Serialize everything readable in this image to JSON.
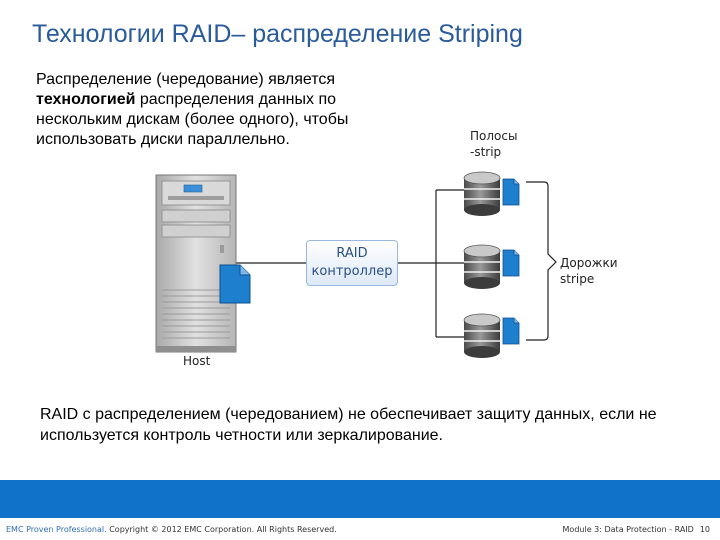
{
  "slide": {
    "title": "Технологии RAID– распределение Striping",
    "intro_prefix": "Распределение (чередование) является ",
    "intro_bold": "технологией",
    "intro_suffix": " распределения данных по нескольким дискам (более одного), чтобы использовать диски параллельно.",
    "note": "RAID с распределением (чередованием) не обеспечивает защиту данных, если не используется контроль четности или зеркалирование."
  },
  "diagram": {
    "strips_label_line1": "Полосы",
    "strips_label_line2": "-strip",
    "controller_line1": "RAID",
    "controller_line2": "контроллер",
    "stripes_label_line1": "Дорожки",
    "stripes_label_line2": "stripe",
    "host_label": "Host"
  },
  "footer": {
    "brand": "EMC Proven Professional.",
    "copyright": " Copyright © 2012 EMC Corporation. All Rights Reserved.",
    "module": "Module 3: Data Protection - RAID",
    "page": "10"
  },
  "colors": {
    "title": "#2a5b9a",
    "footer_band": "#1072c8",
    "document_icon": "#1f7fcf",
    "server_body": "#c9c9c9"
  }
}
